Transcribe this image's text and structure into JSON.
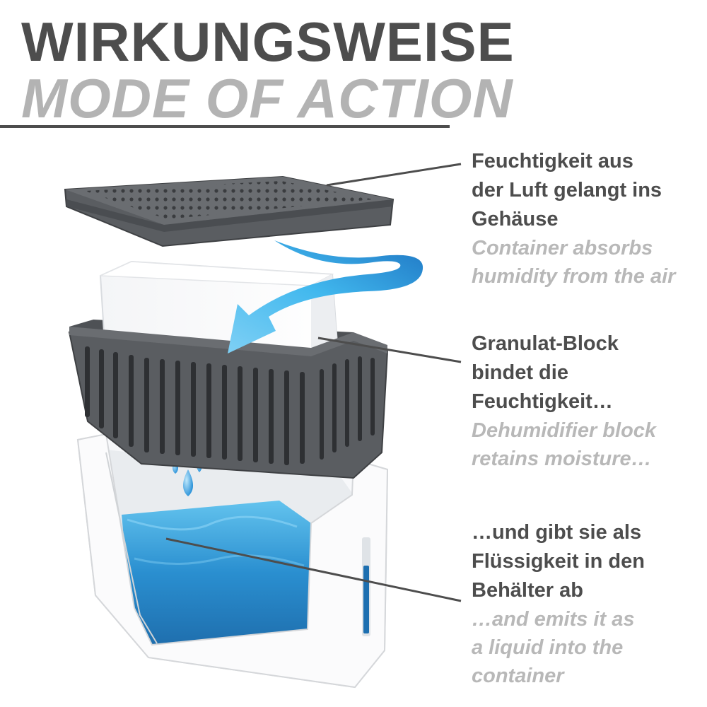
{
  "header": {
    "title_de": "WIRKUNGSWEISE",
    "title_en": "MODE OF ACTION"
  },
  "steps": [
    {
      "de": [
        "Feuchtigkeit aus",
        "der Luft gelangt ins",
        "Gehäuse"
      ],
      "en": [
        "Container absorbs",
        "humidity from the air"
      ]
    },
    {
      "de": [
        "Granulat-Block",
        "bindet die",
        "Feuchtigkeit…"
      ],
      "en": [
        "Dehumidifier block",
        "retains moisture…"
      ]
    },
    {
      "de": [
        "…und gibt sie als",
        "Flüssigkeit in den",
        "Behälter ab"
      ],
      "en": [
        "…and emits it as",
        "a liquid into the",
        "container"
      ]
    }
  ],
  "colors": {
    "dark_text": "#4d4d4d",
    "light_text": "#b8b8b8",
    "lid": "#55585c",
    "water": "#2a8fd0",
    "arrow": "#29aae2"
  }
}
